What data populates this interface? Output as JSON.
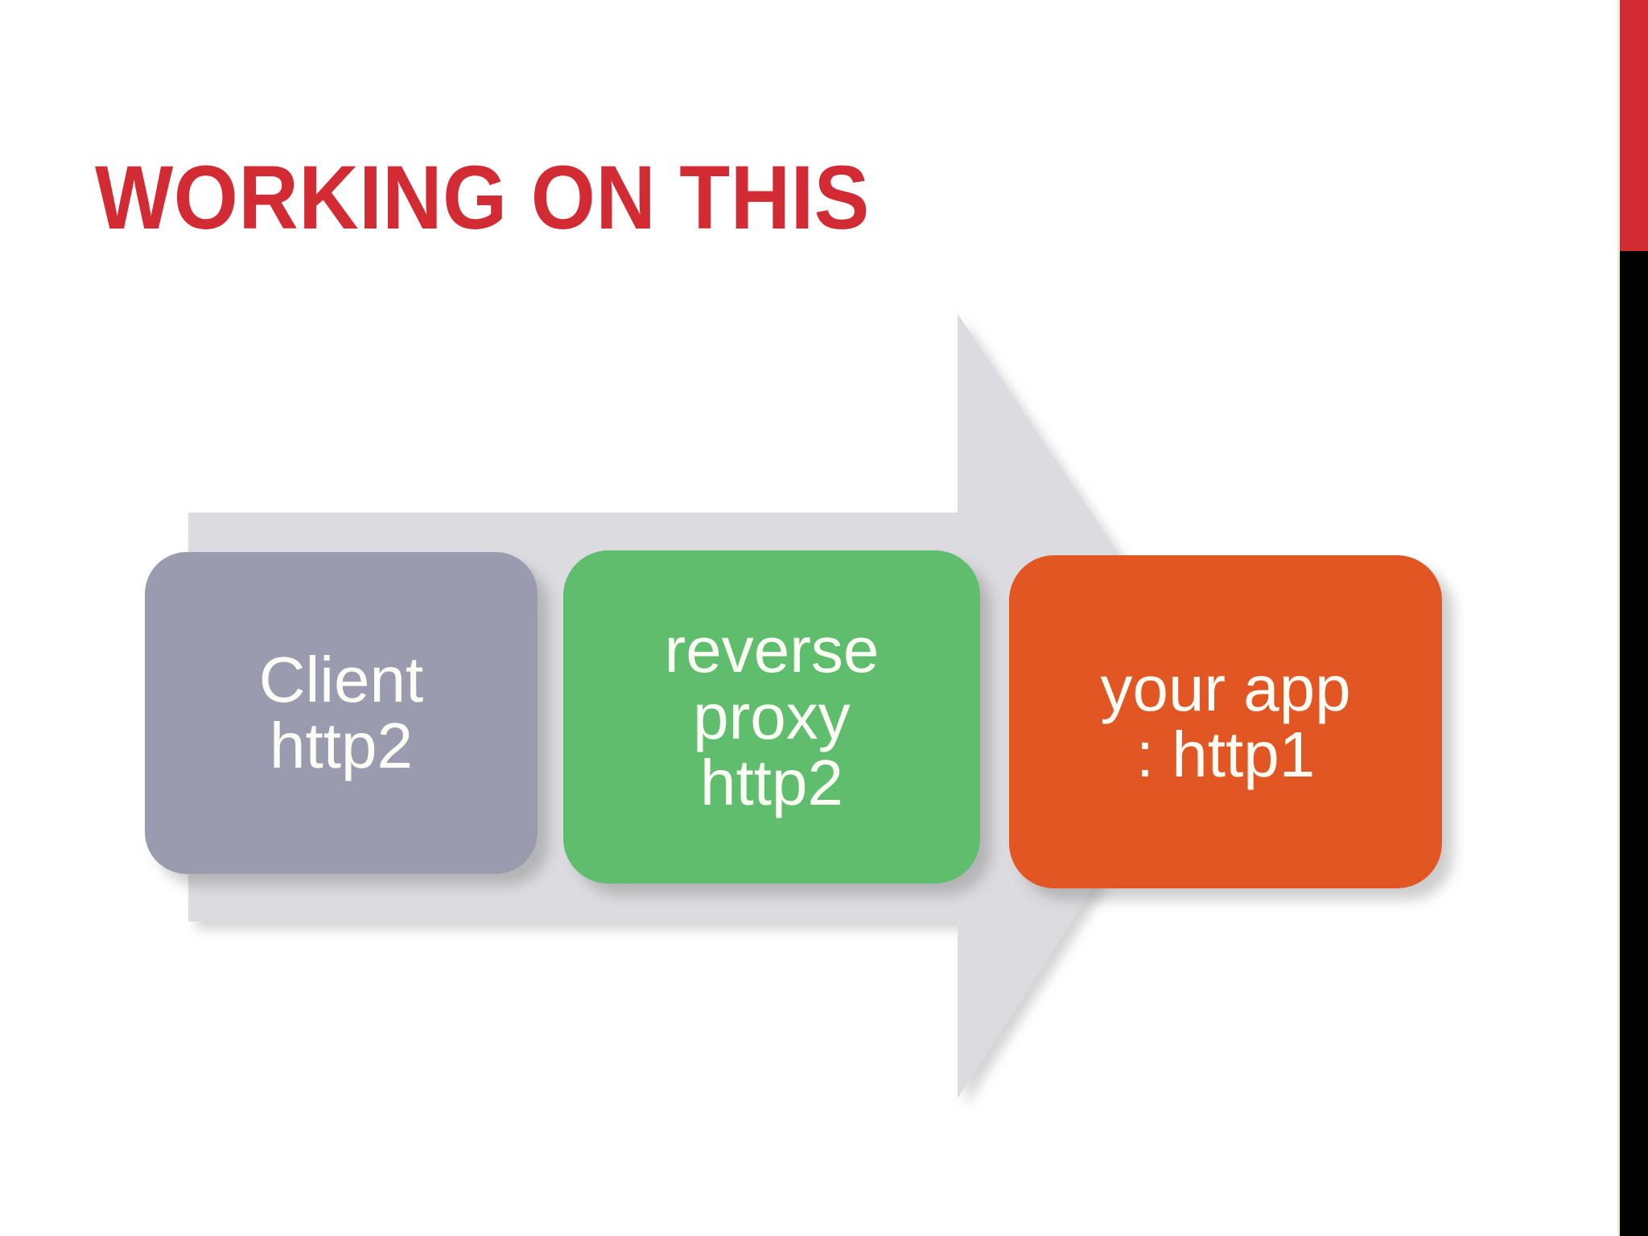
{
  "slide": {
    "title": "Working on this",
    "background_color": "#ffffff"
  },
  "theme": {
    "accent_red": "#d32b33",
    "accent_black": "#000000",
    "arrow_gray": "#dcdce0",
    "title_color": "#d32b33",
    "text_color": "#fdfdf6"
  },
  "edge_bars": {
    "top_bar_color": "#d32b33",
    "bottom_bar_color": "#000000"
  },
  "diagram": {
    "type": "process-arrow",
    "arrow_direction": "right",
    "arrow_color": "#dcdce0",
    "stages": [
      {
        "id": "client",
        "label": "Client\nhttp2",
        "color": "#9b9bb0",
        "protocol": "http2"
      },
      {
        "id": "reverse-proxy",
        "label": "reverse\nproxy\nhttp2",
        "color": "#5fbe6d",
        "protocol": "http2"
      },
      {
        "id": "your-app",
        "label": "your app\n: http1",
        "color": "#e15622",
        "protocol": "http1"
      }
    ]
  }
}
